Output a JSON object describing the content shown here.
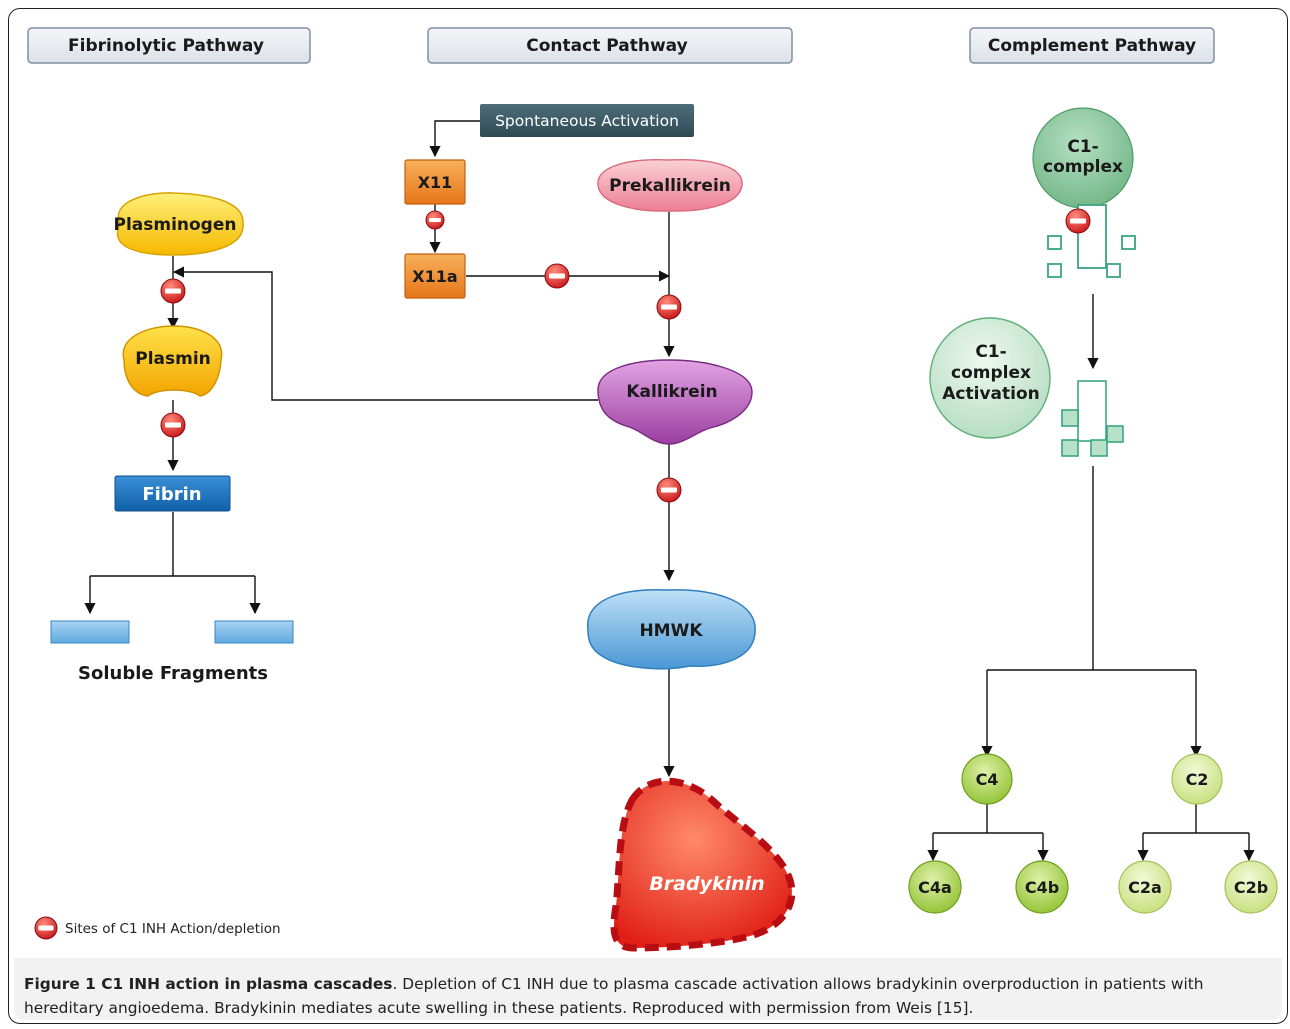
{
  "headers": {
    "fibrinolytic": "Fibrinolytic Pathway",
    "contact": "Contact Pathway",
    "complement": "Complement Pathway"
  },
  "fibrinolytic": {
    "plasminogen": "Plasminogen",
    "plasmin": "Plasmin",
    "fibrin": "Fibrin",
    "fragments_label": "Soluble Fragments"
  },
  "contact": {
    "spontaneous": "Spontaneous Activation",
    "x11": "X11",
    "x11a": "X11a",
    "prekallikrein": "Prekallikrein",
    "kallikrein": "Kallikrein",
    "hmwk": "HMWK",
    "bradykinin": "Bradykinin"
  },
  "complement": {
    "c1_complex_line1": "C1-",
    "c1_complex_line2": "complex",
    "c1_activation_line1": "C1-",
    "c1_activation_line2": "complex",
    "c1_activation_line3": "Activation",
    "c4": "C4",
    "c2": "C2",
    "c4a": "C4a",
    "c4b": "C4b",
    "c2a": "C2a",
    "c2b": "C2b"
  },
  "legend": {
    "text": "Sites of C1 INH Action/depletion"
  },
  "caption": {
    "title": "Figure 1 C1 INH action in plasma cascades",
    "body": ". Depletion of C1 INH due to plasma cascade activation allows bradykinin overproduction in patients with hereditary angioedema. Bradykinin mediates acute swelling in these patients. Reproduced with permission from Weis [15]."
  },
  "colors": {
    "inhibitor_red": "#d92a2a",
    "fibrin_blue": "#1a6fb8",
    "plasmin_yellow": "#f5b800",
    "x11_orange": "#ef8a1e",
    "prekallikrein_pink": "#ee8a9a",
    "kallikrein_purple": "#9a3fa0",
    "hmwk_blue": "#5aa6dc",
    "bradykinin_red": "#e5281e",
    "c1_green": "#7dbf92",
    "c4_green": "#98c93c",
    "c2_green": "#cfe48a",
    "header_fill": "#e6e9ef"
  }
}
